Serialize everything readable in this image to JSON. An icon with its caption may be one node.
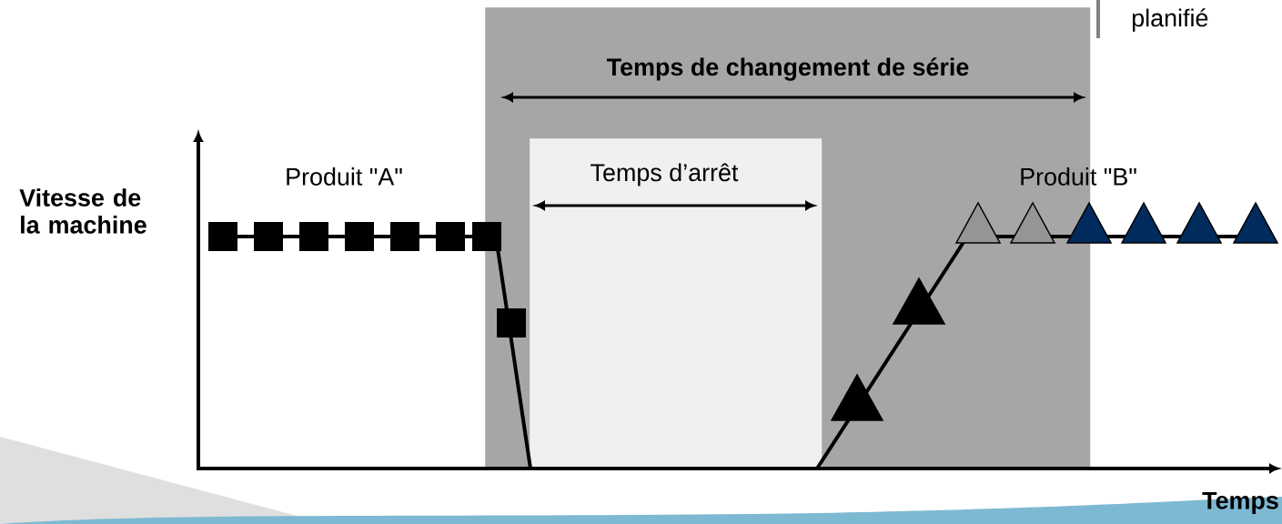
{
  "diagram": {
    "nodes": [
      {
        "text": [
          "Temps de changement de série"
        ]
      },
      {
        "text": [
          "Temps d’arrêt"
        ],
        "in": 0
      }
    ],
    "edges": [],
    "labels": [
      "planifié",
      "Vitesse de la machine",
      "Produit \"A\"",
      "Produit \"B\"",
      "Temps"
    ]
  }
}
